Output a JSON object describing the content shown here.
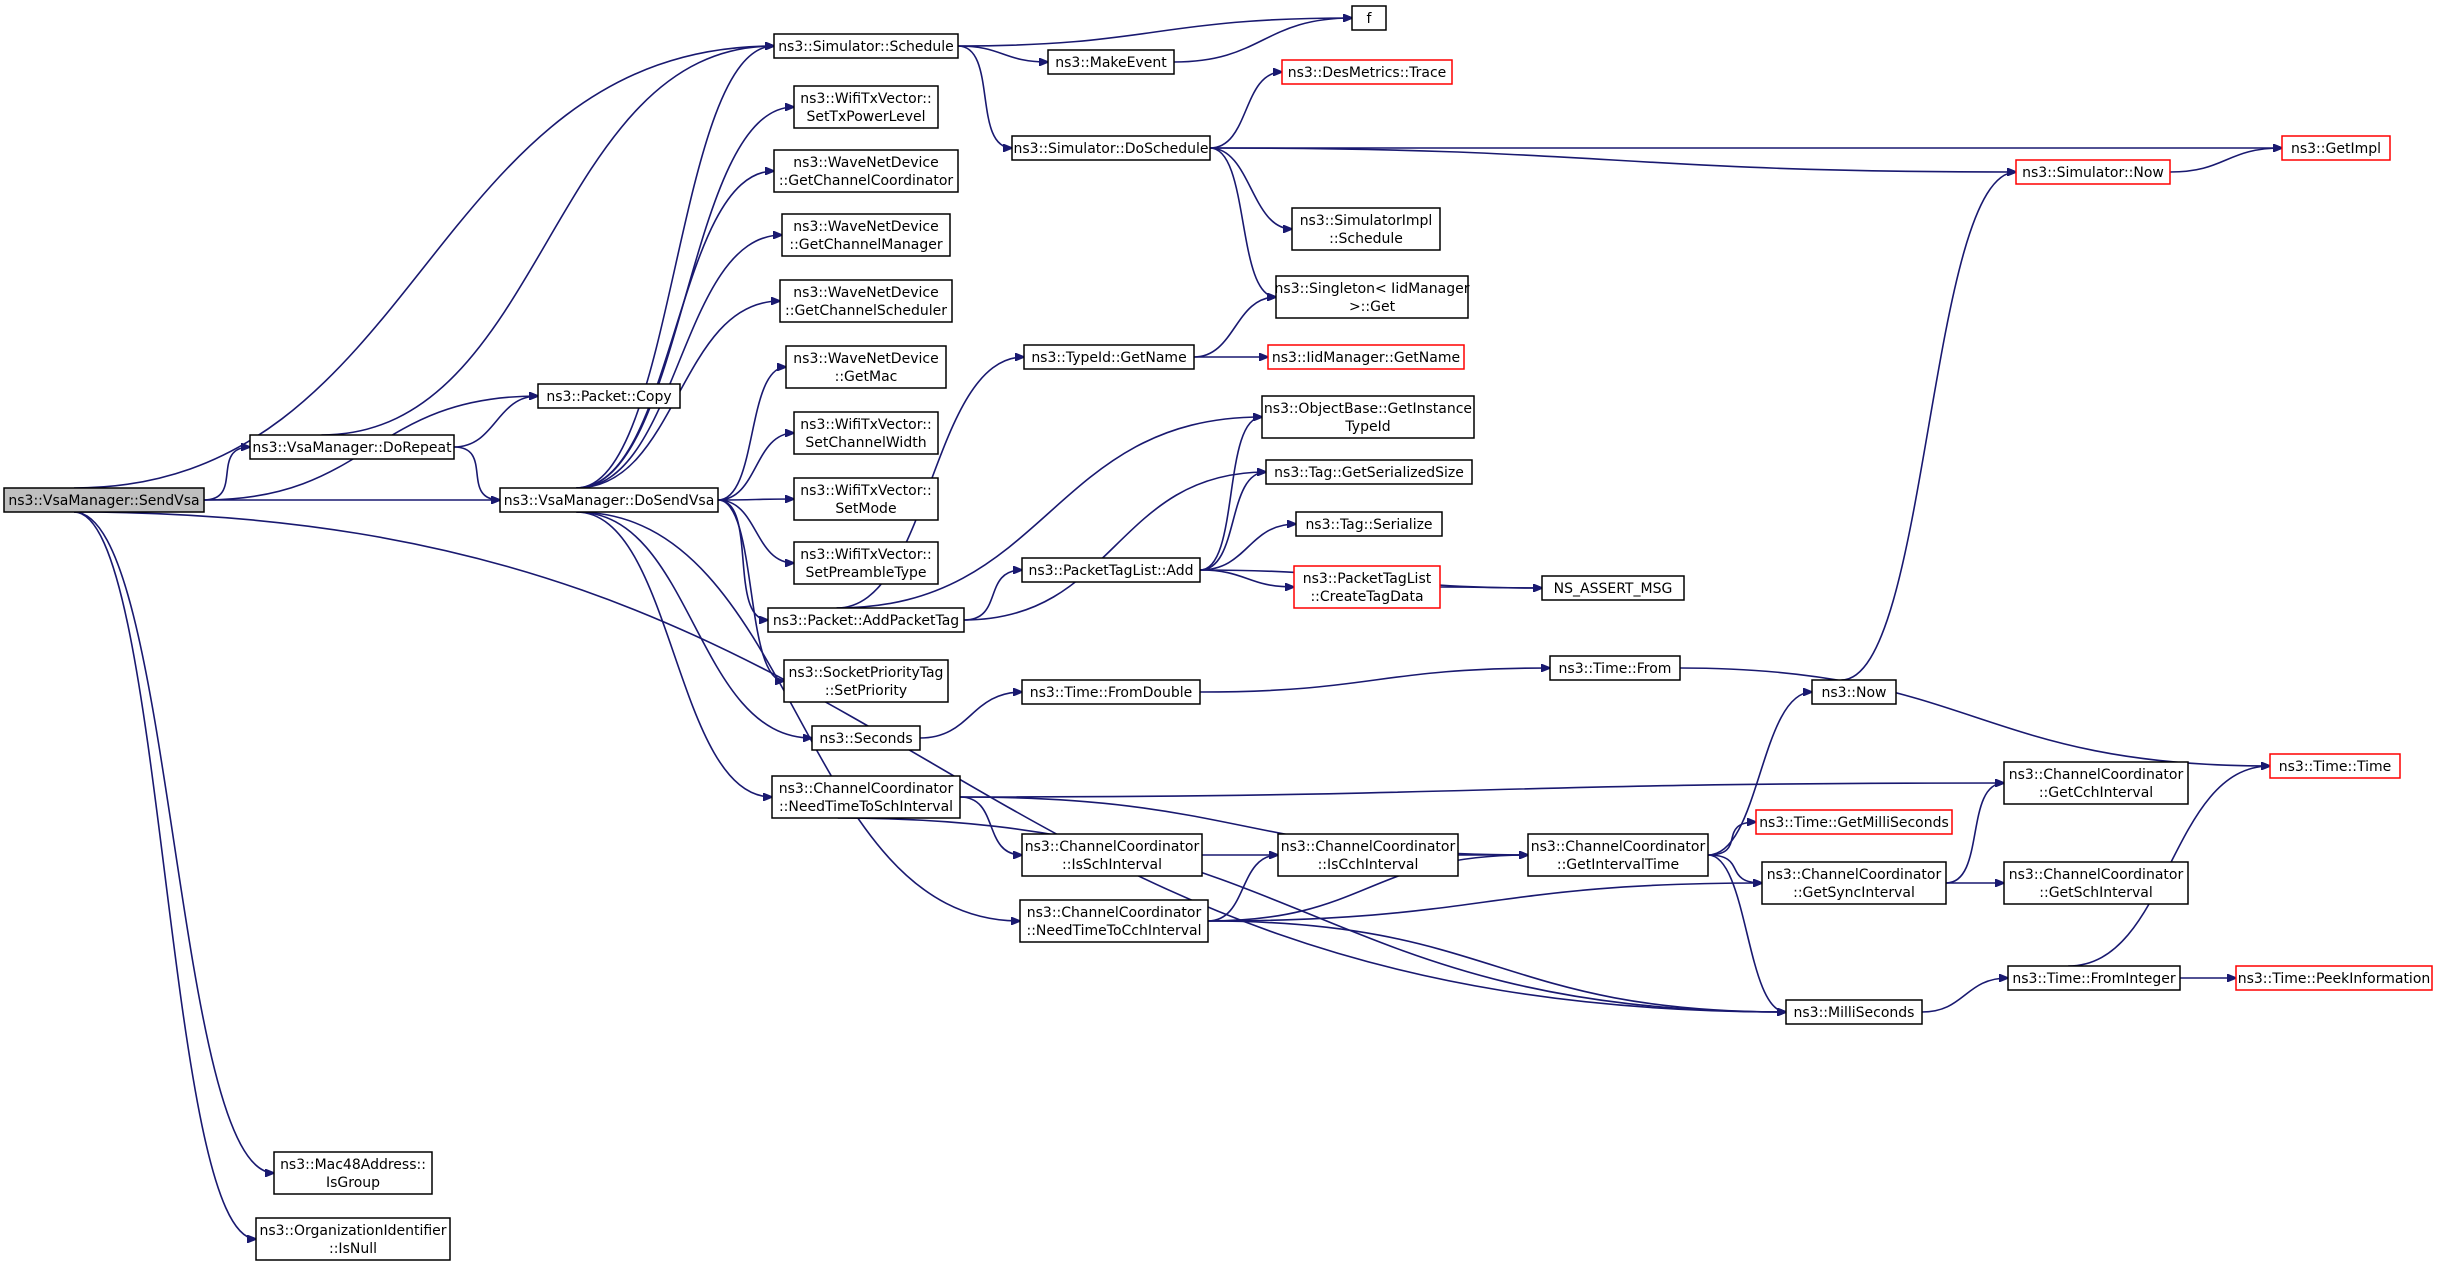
{
  "graph": {
    "nodes": [
      {
        "id": "sendvsa",
        "lines": [
          "ns3::VsaManager::SendVsa"
        ],
        "style": "root"
      },
      {
        "id": "dorepeat",
        "lines": [
          "ns3::VsaManager::DoRepeat"
        ],
        "style": "normal"
      },
      {
        "id": "dosendvsa",
        "lines": [
          "ns3::VsaManager::DoSendVsa"
        ],
        "style": "normal"
      },
      {
        "id": "packetcopy",
        "lines": [
          "ns3::Packet::Copy"
        ],
        "style": "normal"
      },
      {
        "id": "schedule",
        "lines": [
          "ns3::Simulator::Schedule"
        ],
        "style": "normal"
      },
      {
        "id": "f",
        "lines": [
          "f"
        ],
        "style": "normal"
      },
      {
        "id": "makeevent",
        "lines": [
          "ns3::MakeEvent"
        ],
        "style": "normal"
      },
      {
        "id": "doschedule",
        "lines": [
          "ns3::Simulator::DoSchedule"
        ],
        "style": "normal"
      },
      {
        "id": "desmetrics",
        "lines": [
          "ns3::DesMetrics::Trace"
        ],
        "style": "red"
      },
      {
        "id": "getimpl",
        "lines": [
          "ns3::GetImpl"
        ],
        "style": "red"
      },
      {
        "id": "simnow",
        "lines": [
          "ns3::Simulator::Now"
        ],
        "style": "red"
      },
      {
        "id": "simimplschedule",
        "lines": [
          "ns3::SimulatorImpl",
          "::Schedule"
        ],
        "style": "normal"
      },
      {
        "id": "singleton",
        "lines": [
          "ns3::Singleton< IidManager",
          " >::Get"
        ],
        "style": "normal"
      },
      {
        "id": "settxpower",
        "lines": [
          "ns3::WifiTxVector::",
          "SetTxPowerLevel"
        ],
        "style": "normal"
      },
      {
        "id": "getchcoord",
        "lines": [
          "ns3::WaveNetDevice",
          "::GetChannelCoordinator"
        ],
        "style": "normal"
      },
      {
        "id": "getchmgr",
        "lines": [
          "ns3::WaveNetDevice",
          "::GetChannelManager"
        ],
        "style": "normal"
      },
      {
        "id": "getchsched",
        "lines": [
          "ns3::WaveNetDevice",
          "::GetChannelScheduler"
        ],
        "style": "normal"
      },
      {
        "id": "getmac",
        "lines": [
          "ns3::WaveNetDevice",
          "::GetMac"
        ],
        "style": "normal"
      },
      {
        "id": "setchwidth",
        "lines": [
          "ns3::WifiTxVector::",
          "SetChannelWidth"
        ],
        "style": "normal"
      },
      {
        "id": "setmode",
        "lines": [
          "ns3::WifiTxVector::",
          "SetMode"
        ],
        "style": "normal"
      },
      {
        "id": "setpreamble",
        "lines": [
          "ns3::WifiTxVector::",
          "SetPreambleType"
        ],
        "style": "normal"
      },
      {
        "id": "addpackettag",
        "lines": [
          "ns3::Packet::AddPacketTag"
        ],
        "style": "normal"
      },
      {
        "id": "setpriority",
        "lines": [
          "ns3::SocketPriorityTag",
          "::SetPriority"
        ],
        "style": "normal"
      },
      {
        "id": "seconds",
        "lines": [
          "ns3::Seconds"
        ],
        "style": "normal"
      },
      {
        "id": "needtimesch",
        "lines": [
          "ns3::ChannelCoordinator",
          "::NeedTimeToSchInterval"
        ],
        "style": "normal"
      },
      {
        "id": "typeidgetname",
        "lines": [
          "ns3::TypeId::GetName"
        ],
        "style": "normal"
      },
      {
        "id": "iidgetname",
        "lines": [
          "ns3::IidManager::GetName"
        ],
        "style": "red"
      },
      {
        "id": "objbase",
        "lines": [
          "ns3::ObjectBase::GetInstance",
          "TypeId"
        ],
        "style": "normal"
      },
      {
        "id": "taggetsize",
        "lines": [
          "ns3::Tag::GetSerializedSize"
        ],
        "style": "normal"
      },
      {
        "id": "tagserialize",
        "lines": [
          "ns3::Tag::Serialize"
        ],
        "style": "normal"
      },
      {
        "id": "ptladd",
        "lines": [
          "ns3::PacketTagList::Add"
        ],
        "style": "normal"
      },
      {
        "id": "createtagdata",
        "lines": [
          "ns3::PacketTagList",
          "::CreateTagData"
        ],
        "style": "red"
      },
      {
        "id": "nsassert",
        "lines": [
          "NS_ASSERT_MSG"
        ],
        "style": "normal"
      },
      {
        "id": "fromdouble",
        "lines": [
          "ns3::Time::FromDouble"
        ],
        "style": "normal"
      },
      {
        "id": "timefrom",
        "lines": [
          "ns3::Time::From"
        ],
        "style": "normal"
      },
      {
        "id": "now",
        "lines": [
          "ns3::Now"
        ],
        "style": "normal"
      },
      {
        "id": "timetime",
        "lines": [
          "ns3::Time::Time"
        ],
        "style": "red"
      },
      {
        "id": "getcch",
        "lines": [
          "ns3::ChannelCoordinator",
          "::GetCchInterval"
        ],
        "style": "normal"
      },
      {
        "id": "isschint",
        "lines": [
          "ns3::ChannelCoordinator",
          "::IsSchInterval"
        ],
        "style": "normal"
      },
      {
        "id": "iscchint",
        "lines": [
          "ns3::ChannelCoordinator",
          "::IsCchInterval"
        ],
        "style": "normal"
      },
      {
        "id": "getinttime",
        "lines": [
          "ns3::ChannelCoordinator",
          "::GetIntervalTime"
        ],
        "style": "normal"
      },
      {
        "id": "getmillis",
        "lines": [
          "ns3::Time::GetMilliSeconds"
        ],
        "style": "red"
      },
      {
        "id": "getsync",
        "lines": [
          "ns3::ChannelCoordinator",
          "::GetSyncInterval"
        ],
        "style": "normal"
      },
      {
        "id": "getsch",
        "lines": [
          "ns3::ChannelCoordinator",
          "::GetSchInterval"
        ],
        "style": "normal"
      },
      {
        "id": "needtimecch",
        "lines": [
          "ns3::ChannelCoordinator",
          "::NeedTimeToCchInterval"
        ],
        "style": "normal"
      },
      {
        "id": "milliseconds",
        "lines": [
          "ns3::MilliSeconds"
        ],
        "style": "normal"
      },
      {
        "id": "frominteger",
        "lines": [
          "ns3::Time::FromInteger"
        ],
        "style": "normal"
      },
      {
        "id": "peekinfo",
        "lines": [
          "ns3::Time::PeekInformation"
        ],
        "style": "red"
      },
      {
        "id": "isgroup",
        "lines": [
          "ns3::Mac48Address::",
          "IsGroup"
        ],
        "style": "normal"
      },
      {
        "id": "isnull",
        "lines": [
          "ns3::OrganizationIdentifier",
          "::IsNull"
        ],
        "style": "normal"
      }
    ],
    "edges": [
      [
        "sendvsa",
        "schedule"
      ],
      [
        "sendvsa",
        "packetcopy"
      ],
      [
        "sendvsa",
        "dorepeat"
      ],
      [
        "sendvsa",
        "dosendvsa"
      ],
      [
        "sendvsa",
        "milliseconds"
      ],
      [
        "sendvsa",
        "isgroup"
      ],
      [
        "sendvsa",
        "isnull"
      ],
      [
        "dorepeat",
        "packetcopy"
      ],
      [
        "dorepeat",
        "schedule"
      ],
      [
        "dorepeat",
        "dosendvsa"
      ],
      [
        "dosendvsa",
        "schedule"
      ],
      [
        "dosendvsa",
        "settxpower"
      ],
      [
        "dosendvsa",
        "getchcoord"
      ],
      [
        "dosendvsa",
        "getchmgr"
      ],
      [
        "dosendvsa",
        "getchsched"
      ],
      [
        "dosendvsa",
        "getmac"
      ],
      [
        "dosendvsa",
        "setchwidth"
      ],
      [
        "dosendvsa",
        "setmode"
      ],
      [
        "dosendvsa",
        "setpreamble"
      ],
      [
        "dosendvsa",
        "addpackettag"
      ],
      [
        "dosendvsa",
        "setpriority"
      ],
      [
        "dosendvsa",
        "seconds"
      ],
      [
        "dosendvsa",
        "needtimesch"
      ],
      [
        "dosendvsa",
        "needtimecch"
      ],
      [
        "schedule",
        "f"
      ],
      [
        "schedule",
        "makeevent"
      ],
      [
        "schedule",
        "doschedule"
      ],
      [
        "makeevent",
        "f"
      ],
      [
        "doschedule",
        "desmetrics"
      ],
      [
        "doschedule",
        "getimpl"
      ],
      [
        "doschedule",
        "simnow"
      ],
      [
        "doschedule",
        "simimplschedule"
      ],
      [
        "doschedule",
        "singleton"
      ],
      [
        "simnow",
        "getimpl"
      ],
      [
        "addpackettag",
        "typeidgetname"
      ],
      [
        "addpackettag",
        "objbase"
      ],
      [
        "addpackettag",
        "taggetsize"
      ],
      [
        "addpackettag",
        "ptladd"
      ],
      [
        "typeidgetname",
        "singleton"
      ],
      [
        "typeidgetname",
        "iidgetname"
      ],
      [
        "ptladd",
        "objbase"
      ],
      [
        "ptladd",
        "taggetsize"
      ],
      [
        "ptladd",
        "tagserialize"
      ],
      [
        "ptladd",
        "createtagdata"
      ],
      [
        "ptladd",
        "nsassert"
      ],
      [
        "createtagdata",
        "nsassert"
      ],
      [
        "seconds",
        "fromdouble"
      ],
      [
        "fromdouble",
        "timefrom"
      ],
      [
        "timefrom",
        "timetime"
      ],
      [
        "needtimesch",
        "getcch"
      ],
      [
        "needtimesch",
        "getinttime"
      ],
      [
        "needtimesch",
        "isschint"
      ],
      [
        "needtimesch",
        "milliseconds"
      ],
      [
        "isschint",
        "iscchint"
      ],
      [
        "iscchint",
        "getinttime"
      ],
      [
        "getinttime",
        "now"
      ],
      [
        "getinttime",
        "getmillis"
      ],
      [
        "getinttime",
        "getsync"
      ],
      [
        "getinttime",
        "milliseconds"
      ],
      [
        "now",
        "simnow"
      ],
      [
        "getsync",
        "getcch"
      ],
      [
        "getsync",
        "getsch"
      ],
      [
        "needtimecch",
        "iscchint"
      ],
      [
        "needtimecch",
        "getinttime"
      ],
      [
        "needtimecch",
        "getsync"
      ],
      [
        "needtimecch",
        "milliseconds"
      ],
      [
        "milliseconds",
        "frominteger"
      ],
      [
        "frominteger",
        "timetime"
      ],
      [
        "frominteger",
        "peekinfo"
      ]
    ]
  }
}
